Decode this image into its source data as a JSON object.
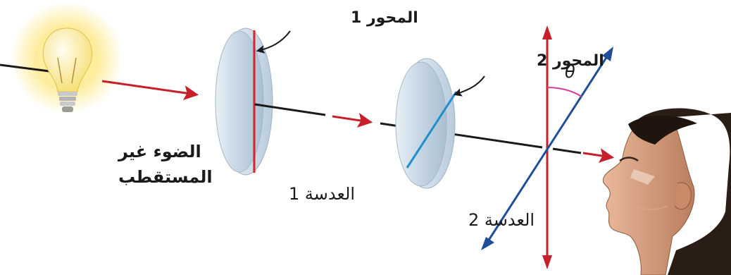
{
  "labels": {
    "source_line1": "الضوء غير",
    "source_line2": "المستقطب",
    "lens1": "العدسة 1",
    "lens2": "العدسة 2",
    "axis1": "المحور 1",
    "axis2": "المحور 2",
    "theta": "θ"
  },
  "colors": {
    "light_ray": "#c6202b",
    "axis1_line": "#d8202a",
    "axis2_line": "#1f8fd0",
    "analyzer_axis": "#1f4f9a",
    "vertical_axis": "#c6202b",
    "angle_arc": "#d63a9a",
    "lens_fill": "#cfdde9",
    "beam": "#1a1a1a"
  },
  "icons": [
    "light-bulb-icon",
    "human-head-icon"
  ]
}
